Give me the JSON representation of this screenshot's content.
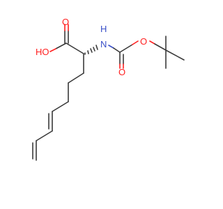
{
  "labels": {
    "oxygen_carbonyl_acid": "O",
    "hydroxyl": "HO",
    "amine_h": "H",
    "amine_n": "N",
    "ester_oxygen": "O",
    "carbonyl_oxygen_carbamate": "O"
  },
  "colors": {
    "bond": "#3a3a3a",
    "oxygen": "#ff1f1f",
    "nitrogen": "#3a50c8",
    "background": "#ffffff"
  }
}
